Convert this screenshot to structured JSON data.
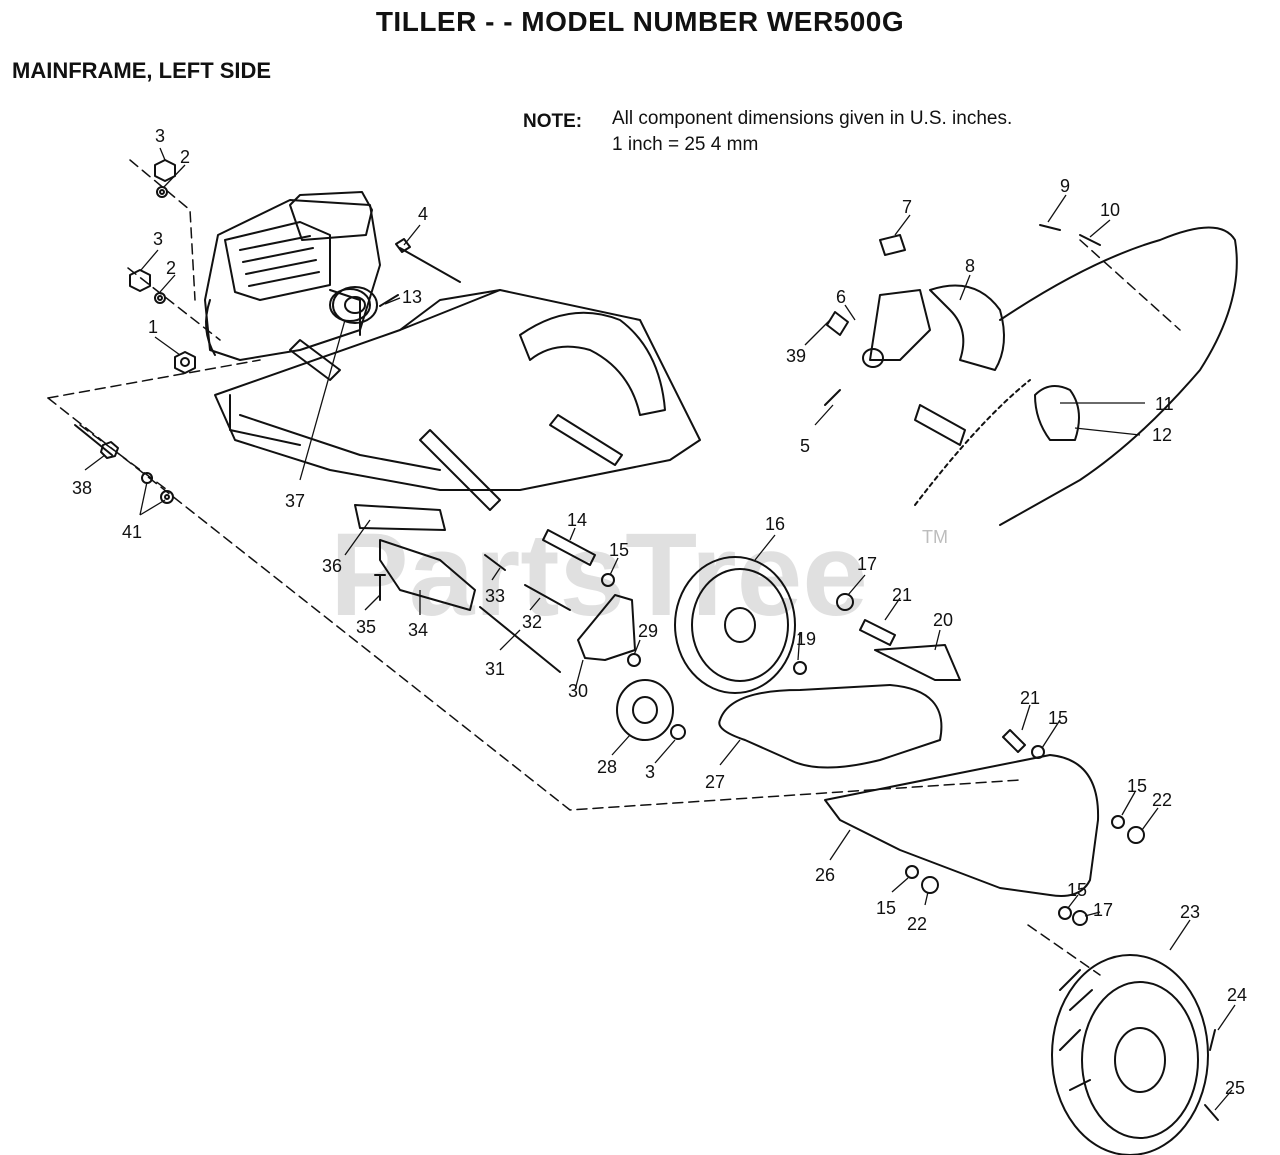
{
  "header": {
    "title": "TILLER - - MODEL NUMBER WER500G",
    "subtitle": "MAINFRAME, LEFT SIDE"
  },
  "note": {
    "label": "NOTE:",
    "line1": "All component dimensions given in U.S. inches.",
    "line2": "1 inch = 25 4 mm"
  },
  "watermark": {
    "text": "PartsTree",
    "tm": "TM"
  },
  "callouts": [
    "3",
    "2",
    "3",
    "2",
    "1",
    "4",
    "13",
    "37",
    "38",
    "41",
    "36",
    "35",
    "34",
    "33",
    "32",
    "14",
    "15",
    "31",
    "30",
    "29",
    "28",
    "3",
    "16",
    "19",
    "17",
    "27",
    "21",
    "20",
    "21",
    "15",
    "15",
    "22",
    "26",
    "15",
    "22",
    "15",
    "17",
    "23",
    "24",
    "25",
    "7",
    "8",
    "6",
    "39",
    "5",
    "9",
    "10",
    "11",
    "12"
  ]
}
